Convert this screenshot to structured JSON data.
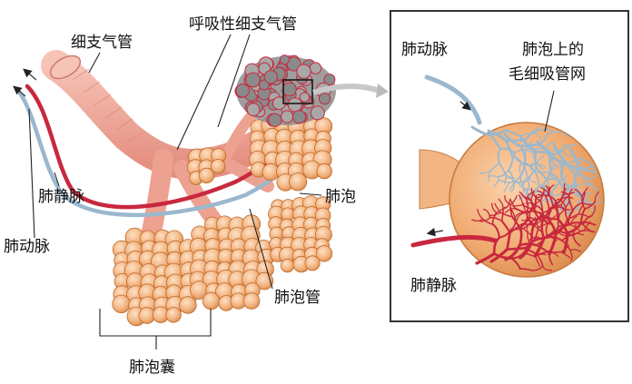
{
  "labels": {
    "bronchiole": "细支气管",
    "respiratory_bronchiole": "呼吸性细支气管",
    "pulmonary_vein": "肺静脉",
    "pulmonary_artery": "肺动脉",
    "alveolus": "肺泡",
    "alveolar_duct": "肺泡管",
    "alveolar_sac": "肺泡囊"
  },
  "inset": {
    "artery": "肺动脉",
    "capillary_line1": "肺泡上的",
    "capillary_line2": "毛细吸管网",
    "vein": "肺静脉"
  },
  "colors": {
    "alveolus_fill": "#f3b583",
    "alveolus_stroke": "#c06a2a",
    "bronchus": "#f2a99b",
    "vein": "#c8283e",
    "artery": "#9ab8cf",
    "frame": "#333333"
  }
}
